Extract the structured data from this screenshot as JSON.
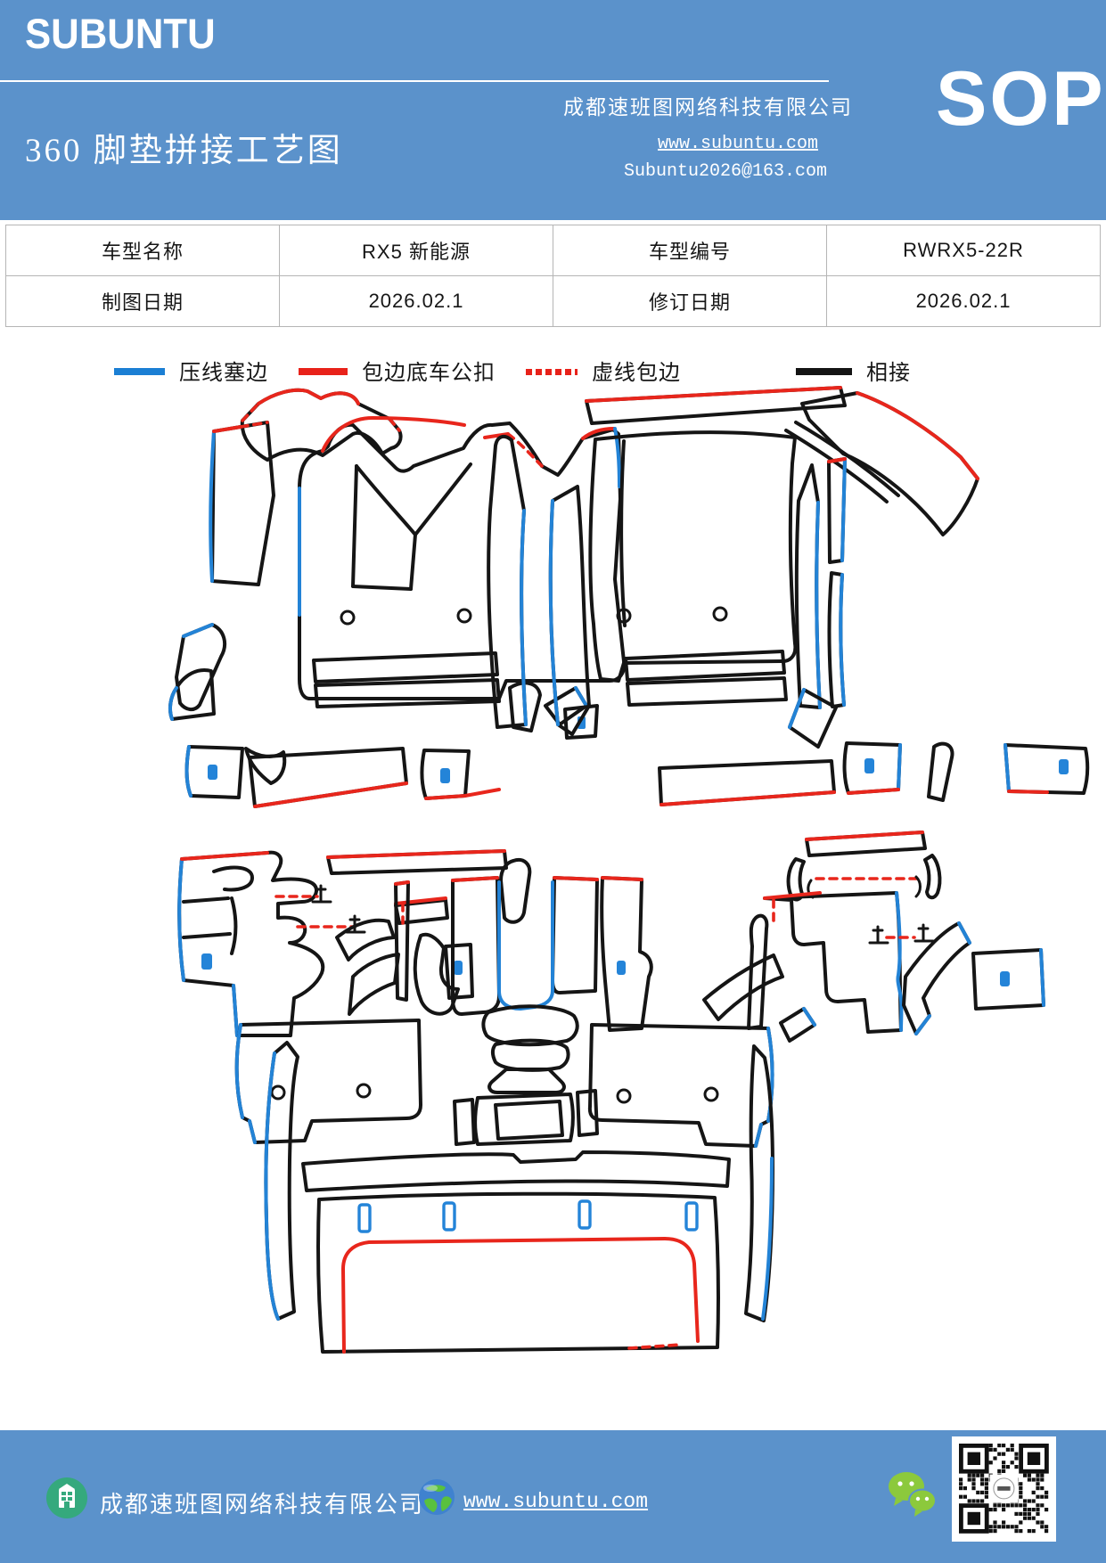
{
  "header": {
    "brand": "SUBUNTU",
    "company": "成都速班图网络科技有限公司",
    "sop_label": "SOP",
    "title": "360 脚垫拼接工艺图",
    "website": "www.subuntu.com",
    "email": "Subuntu2026@163.com",
    "bg_color": "#5b92cb"
  },
  "info_table": {
    "rows": [
      [
        "车型名称",
        "RX5  新能源",
        "车型编号",
        "RWRX5-22R"
      ],
      [
        "制图日期",
        "2026.02.1",
        "修订日期",
        "2026.02.1"
      ]
    ]
  },
  "legend": {
    "items": [
      {
        "label": "压线塞边",
        "color": "#1b7fd4",
        "style": "solid"
      },
      {
        "label": "包边底车公扣",
        "color": "#e8221a",
        "style": "solid"
      },
      {
        "label": "虚线包边",
        "color": "#e8221a",
        "style": "dashed"
      },
      {
        "label": "相接",
        "color": "#141414",
        "style": "solid"
      }
    ]
  },
  "diagram": {
    "description": "360 car floor mat splicing pattern pieces for RX5 新能源",
    "groups": [
      "front-mats",
      "rear-mats",
      "trunk-mat"
    ],
    "colors": {
      "outline": "#151515",
      "press_edge_blue": "#2383d6",
      "bind_edge_red": "#e8261c"
    }
  },
  "footer": {
    "company": "成都速班图网络科技有限公司",
    "website": "www.subuntu.com",
    "icons": [
      "building-icon",
      "globe-icon",
      "wechat-icon",
      "qr-code"
    ]
  }
}
